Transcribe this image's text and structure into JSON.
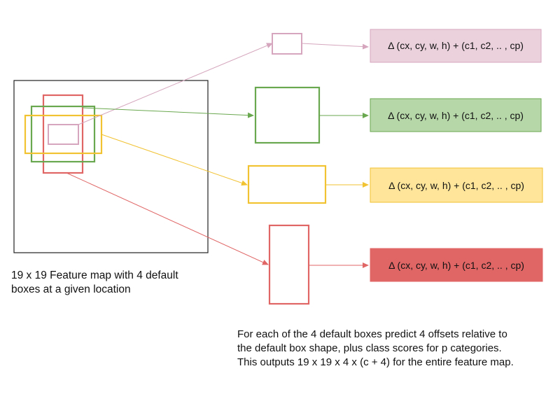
{
  "colors": {
    "pink": "#d5a6bd",
    "green": "#6aa84f",
    "yellow": "#f1c232",
    "red": "#e06666",
    "pink_fill": "#ead1dc",
    "green_fill": "#b6d7a8",
    "yellow_fill": "#ffe599",
    "red_fill": "#e06666",
    "outline": "#222222"
  },
  "outputs": [
    {
      "name": "output-pink",
      "color": "pink",
      "fill": "pink_fill",
      "label": "Δ (cx, cy, w, h) + (c1, c2, .. , cp)"
    },
    {
      "name": "output-green",
      "color": "green",
      "fill": "green_fill",
      "label": "Δ (cx, cy, w, h) + (c1, c2, .. , cp)"
    },
    {
      "name": "output-yellow",
      "color": "yellow",
      "fill": "yellow_fill",
      "label": "Δ (cx, cy, w, h) + (c1, c2, .. , cp)"
    },
    {
      "name": "output-red",
      "color": "red",
      "fill": "red_fill",
      "label": "Δ (cx, cy, w, h) + (c1, c2, .. , cp)"
    }
  ],
  "captions": {
    "feature_map": [
      "19 x 19 Feature map with 4 default",
      "boxes at a given  location"
    ],
    "description": [
      "For each of the 4 default boxes predict 4 offsets relative to",
      "the default box shape, plus class scores for p categories.",
      "This outputs 19 x 19 x 4 x (c + 4) for the entire feature map."
    ]
  }
}
